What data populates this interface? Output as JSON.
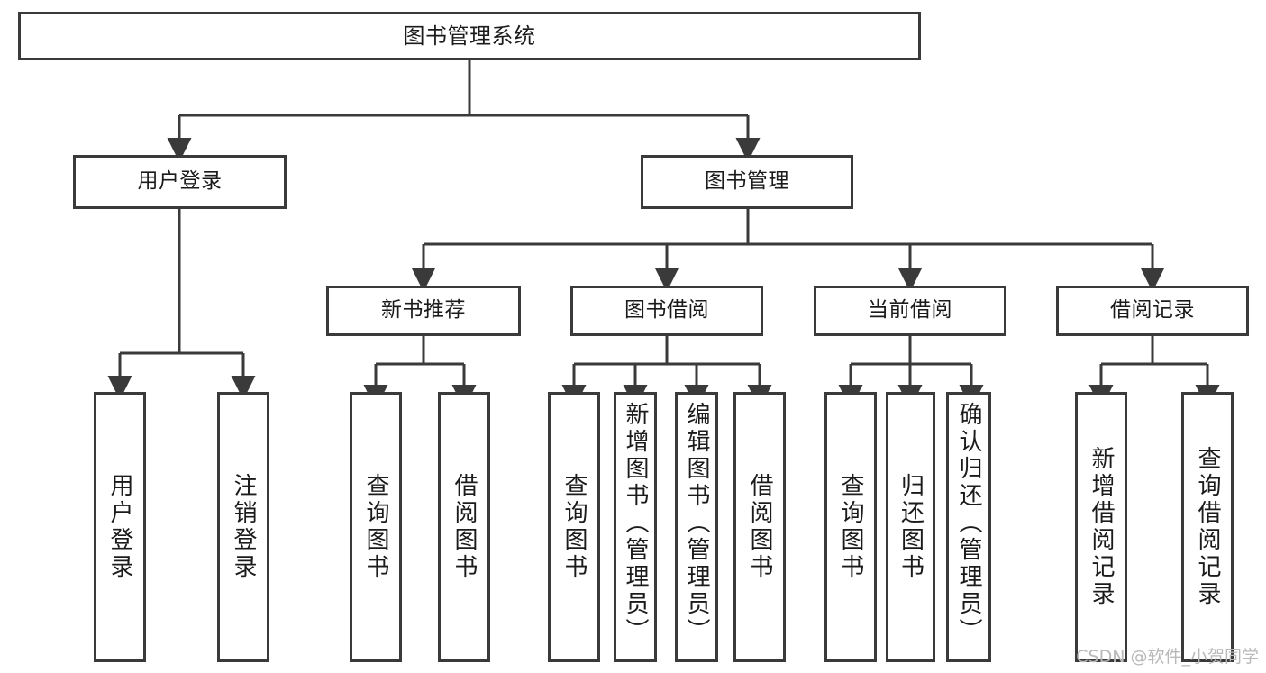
{
  "diagram": {
    "title": "图书管理系统",
    "type": "tree-hierarchy-diagram",
    "stroke_color": "#3a3a3a",
    "fill_color": "#ffffff",
    "text_color": "#1b1b1b"
  },
  "nodes": {
    "root": {
      "label": "图书管理系统"
    },
    "level2": [
      {
        "label": "用户登录"
      },
      {
        "label": "图书管理"
      }
    ],
    "level3": [
      {
        "label": "新书推荐"
      },
      {
        "label": "图书借阅"
      },
      {
        "label": "当前借阅"
      },
      {
        "label": "借阅记录"
      }
    ],
    "leaves_user_login": [
      {
        "label": "用户登录"
      },
      {
        "label": "注销登录"
      }
    ],
    "leaves_new_book": [
      {
        "label": "查询图书"
      },
      {
        "label": "借阅图书"
      }
    ],
    "leaves_borrow": [
      {
        "label": "查询图书"
      },
      {
        "label": "新增图书（管理员）"
      },
      {
        "label": "编辑图书（管理员）"
      },
      {
        "label": "借阅图书"
      }
    ],
    "leaves_current": [
      {
        "label": "查询图书"
      },
      {
        "label": "归还图书"
      },
      {
        "label": "确认归还（管理员）"
      }
    ],
    "leaves_records": [
      {
        "label": "新增借阅记录"
      },
      {
        "label": "查询借阅记录"
      }
    ]
  },
  "watermark": {
    "text": "CSDN @软件_小贺同学"
  }
}
